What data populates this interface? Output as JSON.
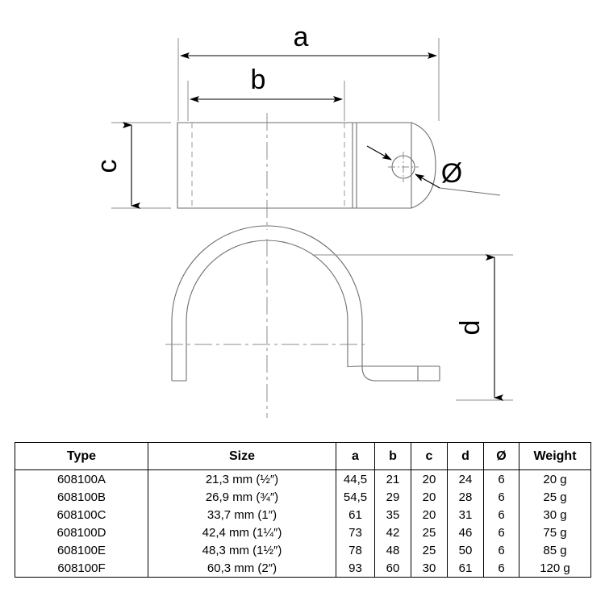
{
  "drawing": {
    "dimension_labels": {
      "a": "a",
      "b": "b",
      "c": "c",
      "d": "d",
      "diameter": "Ø"
    }
  },
  "table": {
    "headers": [
      "Type",
      "Size",
      "a",
      "b",
      "c",
      "d",
      "Ø",
      "Weight"
    ],
    "rows": [
      {
        "type": "608100A",
        "size": "21,3 mm (½″)",
        "a": "44,5",
        "b": "21",
        "c": "20",
        "d": "24",
        "dia": "6",
        "weight": "20 g"
      },
      {
        "type": "608100B",
        "size": "26,9 mm (¾″)",
        "a": "54,5",
        "b": "29",
        "c": "20",
        "d": "28",
        "dia": "6",
        "weight": "25 g"
      },
      {
        "type": "608100C",
        "size": "33,7 mm (1″)",
        "a": "61",
        "b": "35",
        "c": "20",
        "d": "31",
        "dia": "6",
        "weight": "30 g"
      },
      {
        "type": "608100D",
        "size": "42,4 mm (1¼″)",
        "a": "73",
        "b": "42",
        "c": "25",
        "d": "46",
        "dia": "6",
        "weight": "75 g"
      },
      {
        "type": "608100E",
        "size": "48,3 mm (1½″)",
        "a": "78",
        "b": "48",
        "c": "25",
        "d": "50",
        "dia": "6",
        "weight": "85 g"
      },
      {
        "type": "608100F",
        "size": "60,3 mm (2″)",
        "a": "93",
        "b": "60",
        "c": "30",
        "d": "61",
        "dia": "6",
        "weight": "120 g"
      }
    ]
  },
  "colors": {
    "line": "#000000",
    "thin_line": "#808080",
    "background": "#ffffff"
  }
}
